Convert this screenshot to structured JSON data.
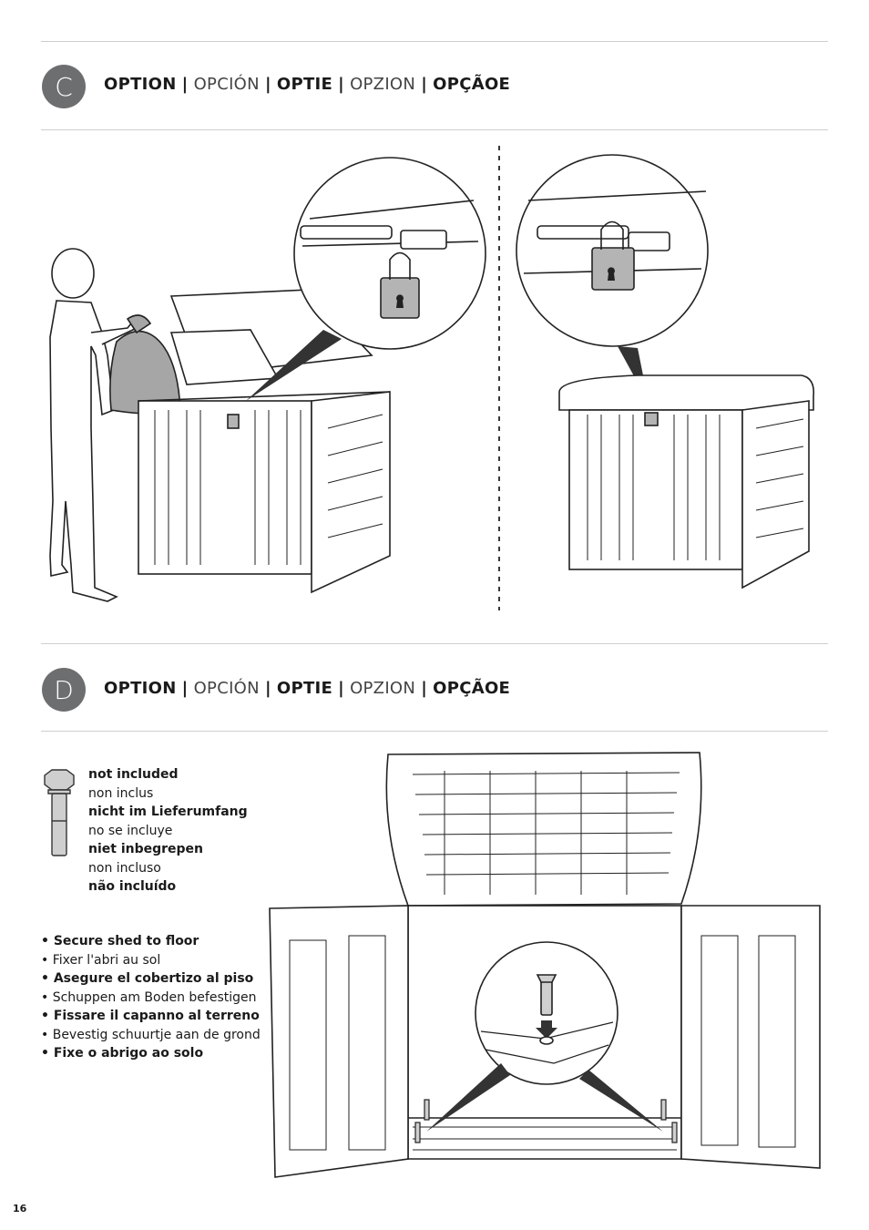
{
  "section_c": {
    "badge": "C",
    "title_parts": [
      "OPTION",
      "|",
      "OPCIÓN",
      "|",
      "OPTIE",
      "|",
      "OPZION",
      "|",
      "OPÇÃOE"
    ]
  },
  "section_d": {
    "badge": "D",
    "title_parts": [
      "OPTION",
      "|",
      "OPCIÓN",
      "|",
      "OPTIE",
      "|",
      "OPZION",
      "|",
      "OPÇÃOE"
    ],
    "not_included": [
      "not included",
      "non inclus",
      "nicht im Lieferumfang",
      "no se incluye",
      "niet inbegrepen",
      "non incluso",
      "não incluído"
    ],
    "instructions": [
      "• Secure shed to floor",
      "• Fixer l'abri au sol",
      "• Asegure el cobertizo al piso",
      "• Schuppen am Boden befestigen",
      "• Fissare il capanno al terreno",
      "• Bevestig schuurtje aan de grond",
      "• Fixe o abrigo ao solo"
    ]
  },
  "page_number": "16",
  "colors": {
    "badge": "#6d6e70",
    "lock": "#b4b4b4",
    "rule": "#cfcfcf"
  }
}
